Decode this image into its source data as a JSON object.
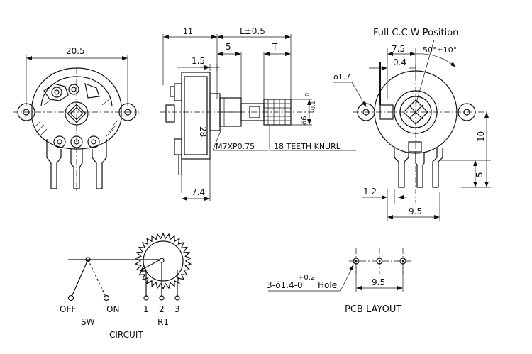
{
  "dimensions": {
    "front_width": "20.5",
    "side_offset": "11",
    "shaft_length": "L±0.5",
    "step": "5",
    "knurl_length": "T",
    "flange": "1.5",
    "body_depth": "28",
    "thread": "M7XP0.75",
    "knurl": "18 TEETH KNURL",
    "pin_offset": "7.4",
    "shaft_dia": "ö6",
    "shaft_tol": "-0.1",
    "shaft_tol_upper": "0",
    "ccw_label": "Full C.C.W Position",
    "tab_dim": "7.5",
    "angle": "50°±10°",
    "flat": "0.4",
    "hole_dia": "ö1.7",
    "height_10": "10",
    "height_5": "5",
    "pin_width": "1.2",
    "pin_spacing": "9.5"
  },
  "circuit": {
    "title": "CIRCUIT",
    "sw_label": "SW",
    "off_label": "OFF",
    "on_label": "ON",
    "r1_label": "R1",
    "pins": [
      "1",
      "2",
      "3"
    ]
  },
  "pcb": {
    "title": "PCB LAYOUT",
    "hole_label": "3-ö1.4-0",
    "hole_tol_upper": "+0.2",
    "hole_word": "Hole",
    "spacing": "9.5"
  }
}
